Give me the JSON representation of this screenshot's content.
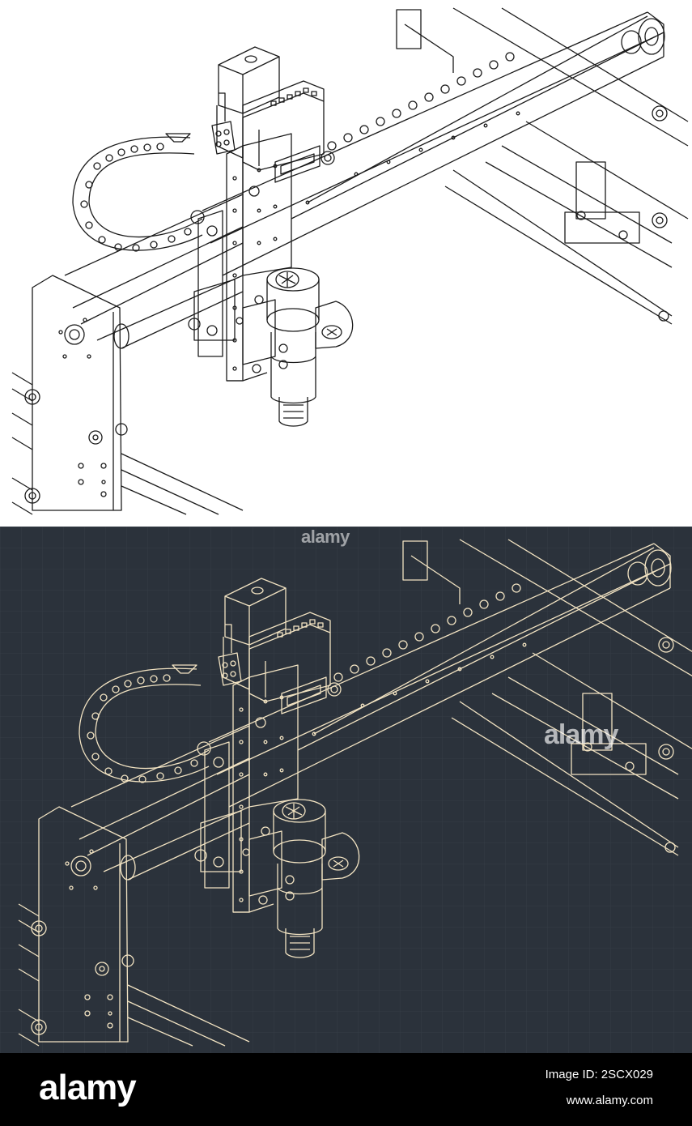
{
  "watermark": {
    "brand": "alamy"
  },
  "footer": {
    "logo": "alamy",
    "image_id": "Image ID: 2SCX029",
    "url": "www.alamy.com"
  },
  "colors": {
    "light_background": "#ffffff",
    "light_lines": "#1b1b1b",
    "dark_background": "#2b323b",
    "dark_grid": "#343c46",
    "dark_lines": "#f2e3c2",
    "footer_background": "#000000"
  },
  "illustrations": {
    "subject": "cnc-gantry-with-spindle",
    "styles": [
      "line-art-on-white",
      "blueprint-on-dark"
    ]
  }
}
